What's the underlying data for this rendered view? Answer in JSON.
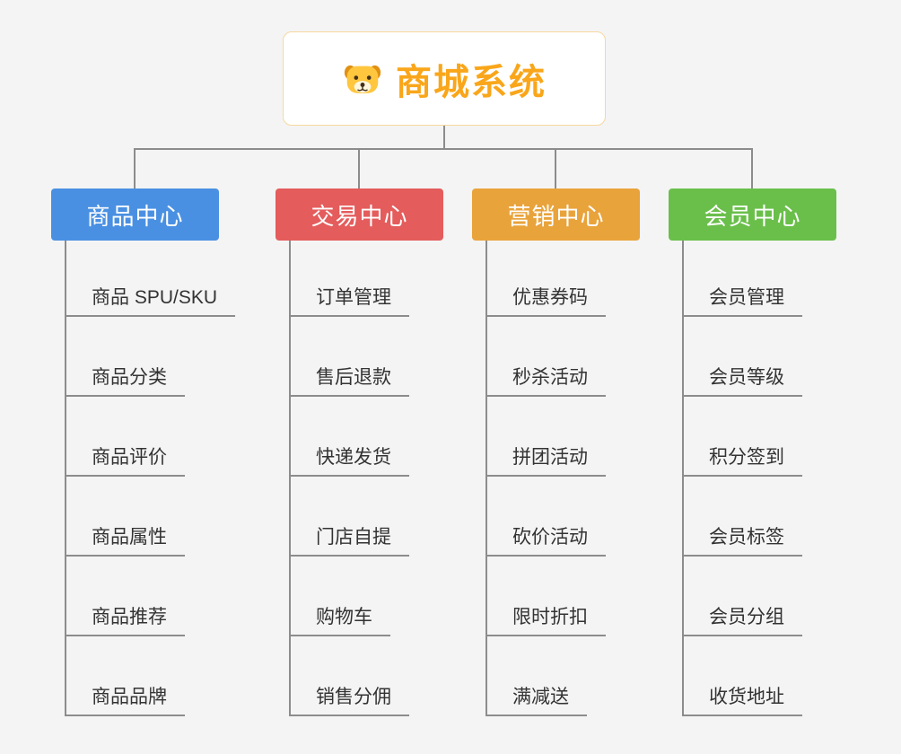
{
  "root": {
    "title": "商城系统",
    "icon": "dog-icon",
    "title_color": "#f9a61a",
    "border_color": "#f6d8a0"
  },
  "connector_color": "#8c8c8c",
  "background_color": "#f4f4f4",
  "branches": [
    {
      "label": "商品中心",
      "color": "#4a90e2",
      "children": [
        "商品 SPU/SKU",
        "商品分类",
        "商品评价",
        "商品属性",
        "商品推荐",
        "商品品牌"
      ]
    },
    {
      "label": "交易中心",
      "color": "#e45c5c",
      "children": [
        "订单管理",
        "售后退款",
        "快递发货",
        "门店自提",
        "购物车",
        "销售分佣"
      ]
    },
    {
      "label": "营销中心",
      "color": "#e9a33b",
      "children": [
        "优惠券码",
        "秒杀活动",
        "拼团活动",
        "砍价活动",
        "限时折扣",
        "满减送"
      ]
    },
    {
      "label": "会员中心",
      "color": "#6abf4b",
      "children": [
        "会员管理",
        "会员等级",
        "积分签到",
        "会员标签",
        "会员分组",
        "收货地址"
      ]
    }
  ]
}
